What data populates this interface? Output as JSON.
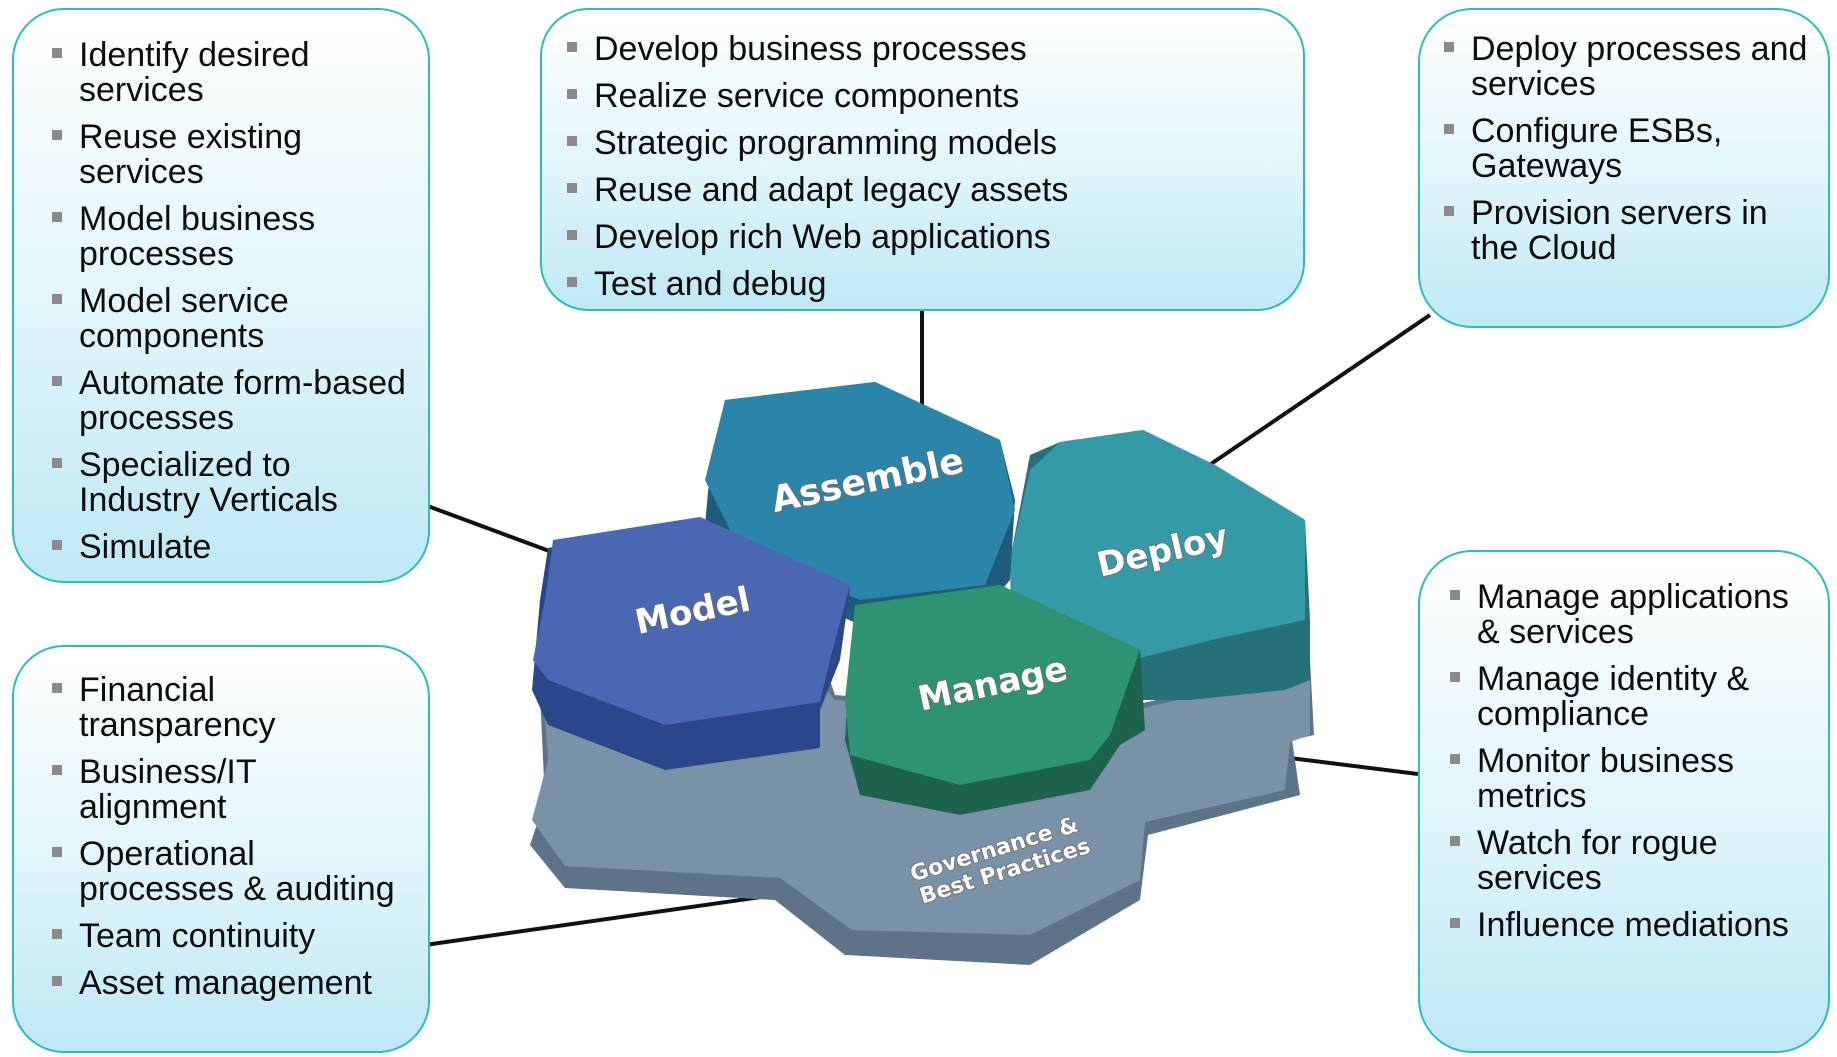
{
  "boxes": {
    "model": {
      "items": [
        "Identify desired services",
        "Reuse existing services",
        "Model business processes",
        "Model service components",
        "Automate form-based processes",
        "Specialized to Industry Verticals",
        "Simulate"
      ]
    },
    "assemble": {
      "items": [
        "Develop business processes",
        "Realize service components",
        "Strategic programming models",
        "Reuse and adapt legacy assets",
        "Develop rich Web applications",
        "Test and debug"
      ]
    },
    "deploy": {
      "items": [
        "Deploy processes and services",
        "Configure ESBs, Gateways",
        "Provision servers in the Cloud"
      ]
    },
    "governance": {
      "items": [
        "Financial transparency",
        "Business/IT alignment",
        "Operational processes & auditing",
        "Team continuity",
        "Asset management"
      ]
    },
    "manage": {
      "items": [
        "Manage applications & services",
        "Manage identity & compliance",
        "Monitor business metrics",
        "Watch for rogue services",
        "Influence mediations"
      ]
    }
  },
  "hexagons": {
    "model": "Model",
    "assemble": "Assemble",
    "deploy": "Deploy",
    "manage": "Manage",
    "governance_line1": "Governance &",
    "governance_line2": "Best Practices"
  },
  "colors": {
    "box_border": "#2fbcb8",
    "model": "#4a67b4",
    "assemble": "#2a85a9",
    "deploy": "#349aa8",
    "manage": "#2e9373",
    "governance": "#7a92a8"
  }
}
